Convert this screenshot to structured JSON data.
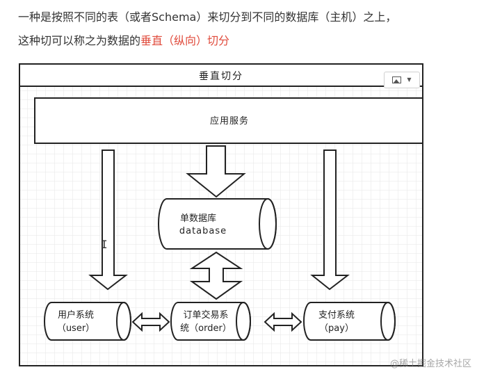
{
  "intro": {
    "line1": "一种是按照不同的表（或者Schema）来切分到不同的数据库（主机）之上，",
    "line2_prefix": "这种切可以称之为数据的",
    "line2_highlight": "垂直（纵向）切分"
  },
  "diagram": {
    "title": "垂直切分",
    "app_service": "应用服务",
    "db_main_line1": "单数据库",
    "db_main_line2": "database",
    "db_user_line1": "用户系统",
    "db_user_line2": "（user）",
    "db_order_line1": "订单交易系",
    "db_order_line2": "统（order）",
    "db_pay_line1": "支付系统",
    "db_pay_line2": "（pay）"
  },
  "watermark": "@稀土掘金技术社区",
  "colors": {
    "highlight": "#e04a3b",
    "text": "#333333",
    "grid": "#e6e6e6",
    "stroke": "#222222"
  },
  "icons": {
    "image_control": "image-icon",
    "dropdown": "caret-down-icon"
  }
}
